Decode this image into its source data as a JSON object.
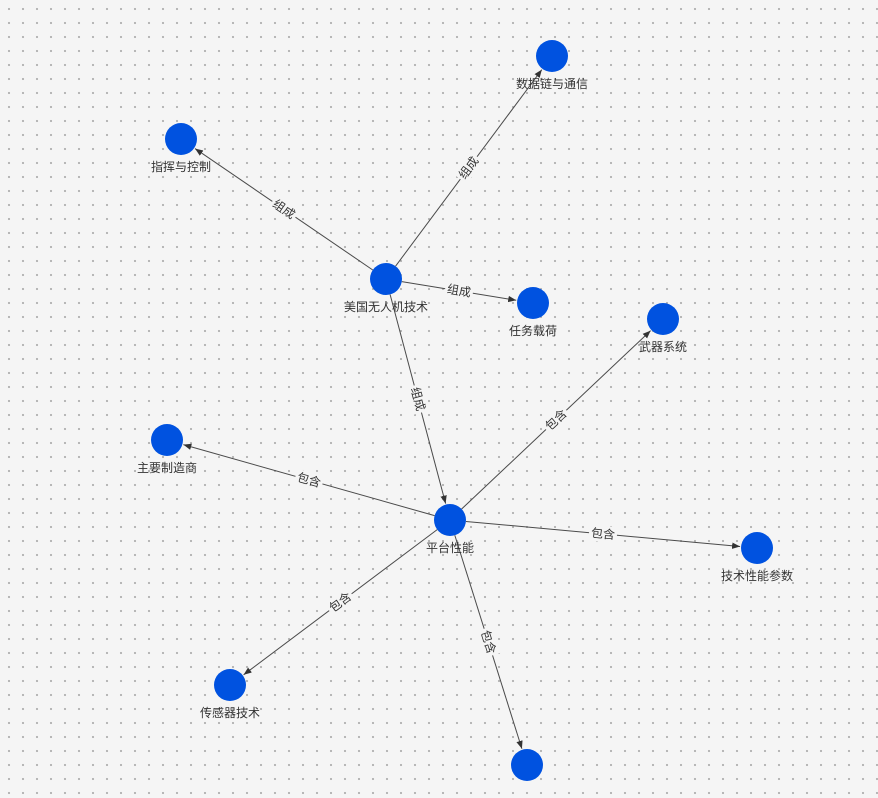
{
  "graph": {
    "node_color": "#0052e0",
    "edge_color": "#4a4a4a",
    "nodes": [
      {
        "id": "us_uav",
        "label": "美国无人机技术"
      },
      {
        "id": "datalink",
        "label": "数据链与通信"
      },
      {
        "id": "c2",
        "label": "指挥与控制"
      },
      {
        "id": "payload",
        "label": "任务载荷"
      },
      {
        "id": "platform",
        "label": "平台性能"
      },
      {
        "id": "weapons",
        "label": "武器系统"
      },
      {
        "id": "manufacturers",
        "label": "主要制造商"
      },
      {
        "id": "tech_params",
        "label": "技术性能参数"
      },
      {
        "id": "sensors",
        "label": "传感器技术"
      },
      {
        "id": "bottom",
        "label": ""
      }
    ],
    "edges": [
      {
        "from": "us_uav",
        "to": "datalink",
        "label": "组成"
      },
      {
        "from": "us_uav",
        "to": "c2",
        "label": "组成"
      },
      {
        "from": "us_uav",
        "to": "payload",
        "label": "组成"
      },
      {
        "from": "us_uav",
        "to": "platform",
        "label": "组成"
      },
      {
        "from": "platform",
        "to": "weapons",
        "label": "包含"
      },
      {
        "from": "platform",
        "to": "manufacturers",
        "label": "包含"
      },
      {
        "from": "platform",
        "to": "tech_params",
        "label": "包含"
      },
      {
        "from": "platform",
        "to": "sensors",
        "label": "包含"
      },
      {
        "from": "platform",
        "to": "bottom",
        "label": "包含"
      }
    ]
  }
}
